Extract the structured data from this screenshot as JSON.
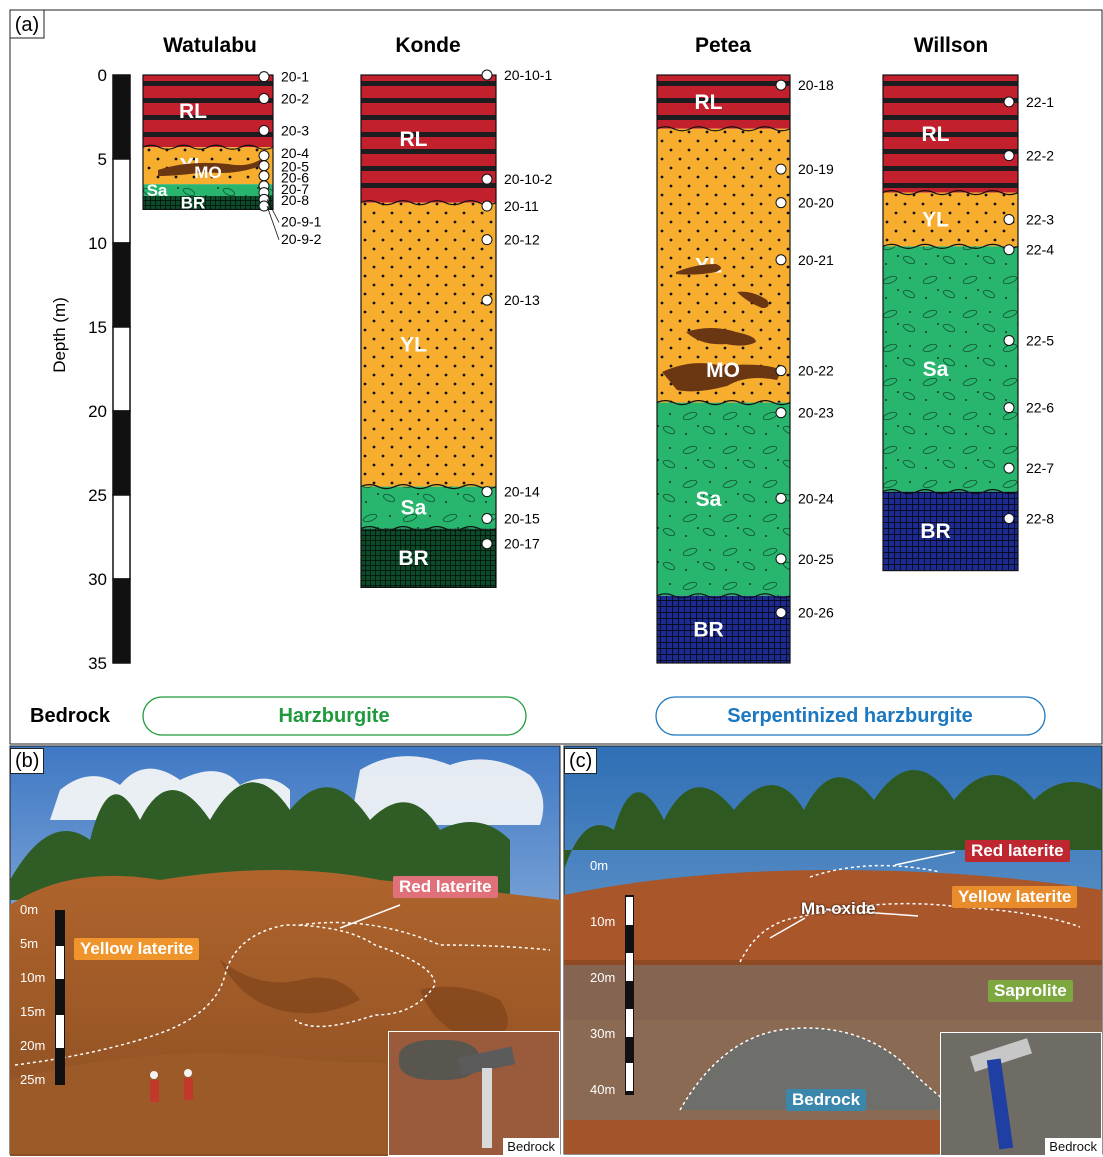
{
  "panel_a": {
    "label": "(a)",
    "y_axis": {
      "label": "Depth (m)",
      "ticks": [
        "0",
        "5",
        "10",
        "15",
        "20",
        "25",
        "30",
        "35"
      ]
    },
    "profiles": [
      {
        "name": "Watulabu",
        "layers": [
          {
            "code": "RL",
            "from": 0,
            "to": 4.3,
            "fill": "red"
          },
          {
            "code": "YL",
            "from": 4.3,
            "to": 6.5,
            "fill": "yellow"
          },
          {
            "code": "Sa",
            "from": 6.5,
            "to": 7.2,
            "fill": "green"
          },
          {
            "code": "BR",
            "from": 7.2,
            "to": 8,
            "fill": "gbr"
          }
        ],
        "samples": [
          {
            "id": "20-1",
            "depth": 0.1
          },
          {
            "id": "20-2",
            "depth": 1.4
          },
          {
            "id": "20-3",
            "depth": 3.3
          },
          {
            "id": "20-4",
            "depth": 4.8
          },
          {
            "id": "20-5",
            "depth": 5.4
          },
          {
            "id": "20-6",
            "depth": 6.0
          },
          {
            "id": "20-7",
            "depth": 6.6
          },
          {
            "id": "20-8",
            "depth": 7.0
          },
          {
            "id": "20-9-1",
            "depth": 7.4
          },
          {
            "id": "20-9-2",
            "depth": 7.8
          }
        ]
      },
      {
        "name": "Konde",
        "layers": [
          {
            "code": "RL",
            "from": 0,
            "to": 7.6,
            "fill": "red"
          },
          {
            "code": "YL",
            "from": 7.6,
            "to": 24.5,
            "fill": "yellow"
          },
          {
            "code": "Sa",
            "from": 24.5,
            "to": 27,
            "fill": "green"
          },
          {
            "code": "BR",
            "from": 27,
            "to": 30.5,
            "fill": "gbr"
          }
        ],
        "samples": [
          {
            "id": "20-10-1",
            "depth": 0
          },
          {
            "id": "20-10-2",
            "depth": 6.2
          },
          {
            "id": "20-11",
            "depth": 7.8
          },
          {
            "id": "20-12",
            "depth": 9.8
          },
          {
            "id": "20-13",
            "depth": 13.4
          },
          {
            "id": "20-14",
            "depth": 24.8
          },
          {
            "id": "20-15",
            "depth": 26.4
          },
          {
            "id": "20-17",
            "depth": 27.9
          }
        ]
      },
      {
        "name": "Petea",
        "layers": [
          {
            "code": "RL",
            "from": 0,
            "to": 3.2,
            "fill": "red"
          },
          {
            "code": "YL",
            "from": 3.2,
            "to": 19.5,
            "fill": "yellow"
          },
          {
            "code": "Sa",
            "from": 19.5,
            "to": 31,
            "fill": "green"
          },
          {
            "code": "BR",
            "from": 31,
            "to": 35,
            "fill": "bbr"
          }
        ],
        "mo_label": "MO",
        "samples": [
          {
            "id": "20-18",
            "depth": 0.6
          },
          {
            "id": "20-19",
            "depth": 5.6
          },
          {
            "id": "20-20",
            "depth": 7.6
          },
          {
            "id": "20-21",
            "depth": 11.0
          },
          {
            "id": "20-22",
            "depth": 17.6
          },
          {
            "id": "20-23",
            "depth": 20.1
          },
          {
            "id": "20-24",
            "depth": 25.2
          },
          {
            "id": "20-25",
            "depth": 28.8
          },
          {
            "id": "20-26",
            "depth": 32.0
          }
        ]
      },
      {
        "name": "Willson",
        "layers": [
          {
            "code": "RL",
            "from": 0,
            "to": 7,
            "fill": "red"
          },
          {
            "code": "YL",
            "from": 7,
            "to": 10.2,
            "fill": "yellow"
          },
          {
            "code": "Sa",
            "from": 10.2,
            "to": 24.8,
            "fill": "green"
          },
          {
            "code": "BR",
            "from": 24.8,
            "to": 29.5,
            "fill": "bbr"
          }
        ],
        "samples": [
          {
            "id": "22-1",
            "depth": 1.6
          },
          {
            "id": "22-2",
            "depth": 4.8
          },
          {
            "id": "22-3",
            "depth": 8.6
          },
          {
            "id": "22-4",
            "depth": 10.4
          },
          {
            "id": "22-5",
            "depth": 15.8
          },
          {
            "id": "22-6",
            "depth": 19.8
          },
          {
            "id": "22-7",
            "depth": 23.4
          },
          {
            "id": "22-8",
            "depth": 26.4
          }
        ]
      }
    ],
    "watulabu_mo_label": "MO",
    "bedrock_label": "Bedrock",
    "bedrock_types": [
      "Harzburgite",
      "Serpentinized harzburgite"
    ]
  },
  "panel_b": {
    "label": "(b)",
    "scale": [
      "0m",
      "5m",
      "10m",
      "15m",
      "20m",
      "25m"
    ],
    "tags": {
      "red": "Red laterite",
      "yellow": "Yellow laterite"
    },
    "inset_caption": "Bedrock"
  },
  "panel_c": {
    "label": "(c)",
    "scale": [
      "0m",
      "10m",
      "20m",
      "30m",
      "40m"
    ],
    "tags": {
      "red": "Red laterite",
      "yellow": "Yellow laterite",
      "mn": "Mn-oxide",
      "sap": "Saprolite",
      "bed": "Bedrock"
    },
    "inset_caption": "Bedrock"
  },
  "colors": {
    "red": "#c3202e",
    "yellow": "#f7ae2e",
    "green": "#28b56e",
    "dark_green": "#0b4b2a",
    "blue": "#1d2b8f",
    "mo": "#6b3612",
    "harz": "#1f9a3d",
    "serp": "#1c78c0"
  }
}
